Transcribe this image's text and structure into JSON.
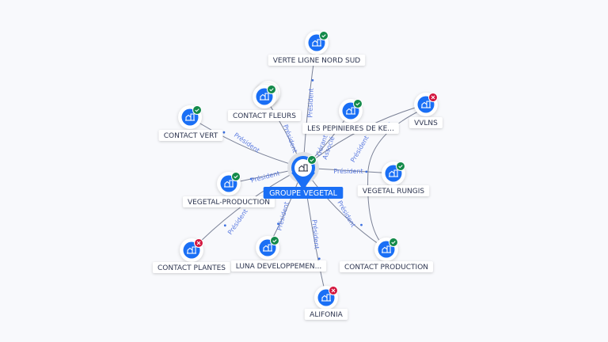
{
  "center": {
    "label": "GROUPE VEGETAL",
    "status": "active",
    "icon": "building-icon"
  },
  "nodes": [
    {
      "label": "VERTE LIGNE NORD SUD",
      "status": "active",
      "edge_label": "Président"
    },
    {
      "label": "CONTACT FLEURS",
      "status": "active",
      "edge_label": "Président"
    },
    {
      "label": "LES PEPINIERES DE KE...",
      "status": "active",
      "edge_label": "Gérant Associé"
    },
    {
      "label": "VVLNS",
      "status": "inactive",
      "edge_label": "Président"
    },
    {
      "label": "CONTACT VERT",
      "status": "active",
      "edge_label": "Président"
    },
    {
      "label": "VEGETAL RUNGIS",
      "status": "active",
      "edge_label": "Président"
    },
    {
      "label": "VEGETAL-PRODUCTION",
      "status": "active",
      "edge_label": "Président"
    },
    {
      "label": "CONTACT PLANTES",
      "status": "inactive",
      "edge_label": "Président"
    },
    {
      "label": "LUNA DEVELOPPEMEN...",
      "status": "active",
      "edge_label": "Président"
    },
    {
      "label": "CONTACT PRODUCTION",
      "status": "active",
      "edge_label": "Président"
    },
    {
      "label": "ALIFONIA",
      "status": "inactive",
      "edge_label": "Président"
    }
  ],
  "colors": {
    "accent": "#1a6ff5",
    "active": "#138a4a",
    "inactive": "#d3173f",
    "edge_label": "#5b7be0"
  }
}
